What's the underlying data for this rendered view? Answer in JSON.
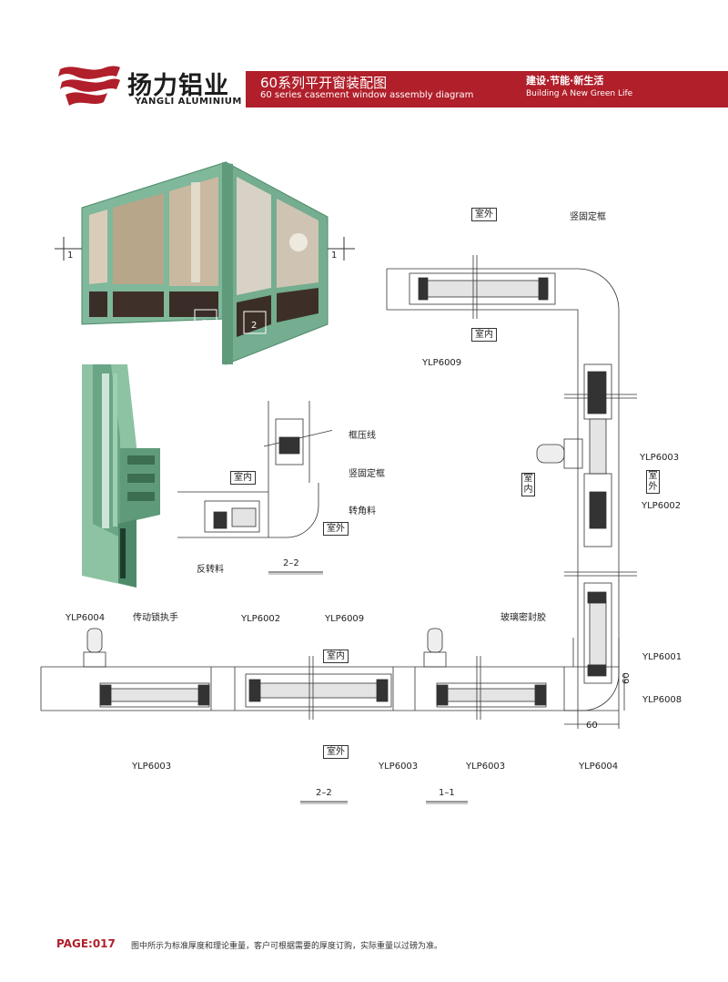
{
  "header": {
    "brand_cn": "扬力铝业",
    "brand_en": "YANGLI ALUMINIUM",
    "title_cn": "60系列平开窗装配图",
    "title_en": "60 series casement window assembly diagram",
    "slogan_cn": "建设·节能·新生活",
    "slogan_en": "Building A New Green Life"
  },
  "photo": {
    "section_1_left": "1",
    "section_1_right": "1",
    "section_2_left": "2",
    "section_2_right": "2"
  },
  "labels": {
    "outdoor_top": "室外",
    "indoor_top": "室内",
    "vertical_frame_top": "竖固定框",
    "ylp6009_top": "YLP6009",
    "ylp6003_right": "YLP6003",
    "ylp6002_right": "YLP6002",
    "indoor_side": "室内",
    "outdoor_side": "室外",
    "frame_bead": "框压线",
    "vertical_frame_mid": "竖固定框",
    "corner_profile": "转角料",
    "indoor_mid": "室内",
    "outdoor_mid": "室外",
    "reverse_profile": "反转料",
    "section_2_2_mid": "2–2",
    "ylp6004_left": "YLP6004",
    "lock_handle": "传动锁执手",
    "ylp6002_bottom": "YLP6002",
    "ylp6009_bottom": "YLP6009",
    "glass_seal": "玻璃密封胶",
    "indoor_bottom": "室内",
    "outdoor_bottom": "室外",
    "ylp6001": "YLP6001",
    "ylp6008": "YLP6008",
    "dim_60_v": "60",
    "dim_60_h": "60",
    "ylp6003_b1": "YLP6003",
    "ylp6003_b2": "YLP6003",
    "ylp6003_b3": "YLP6003",
    "ylp6004_bottom": "YLP6004",
    "section_2_2_bottom": "2–2",
    "section_1_1_bottom": "1–1"
  },
  "footer": {
    "page": "PAGE:017",
    "note": "图中所示为标准厚度和理论重量，客户可根据需要的厚度订购，实际重量以过磅为准。"
  },
  "colors": {
    "brand_red": "#b01f2a",
    "frame_green": "#7fb89a",
    "dark_green": "#3f7d5c"
  }
}
